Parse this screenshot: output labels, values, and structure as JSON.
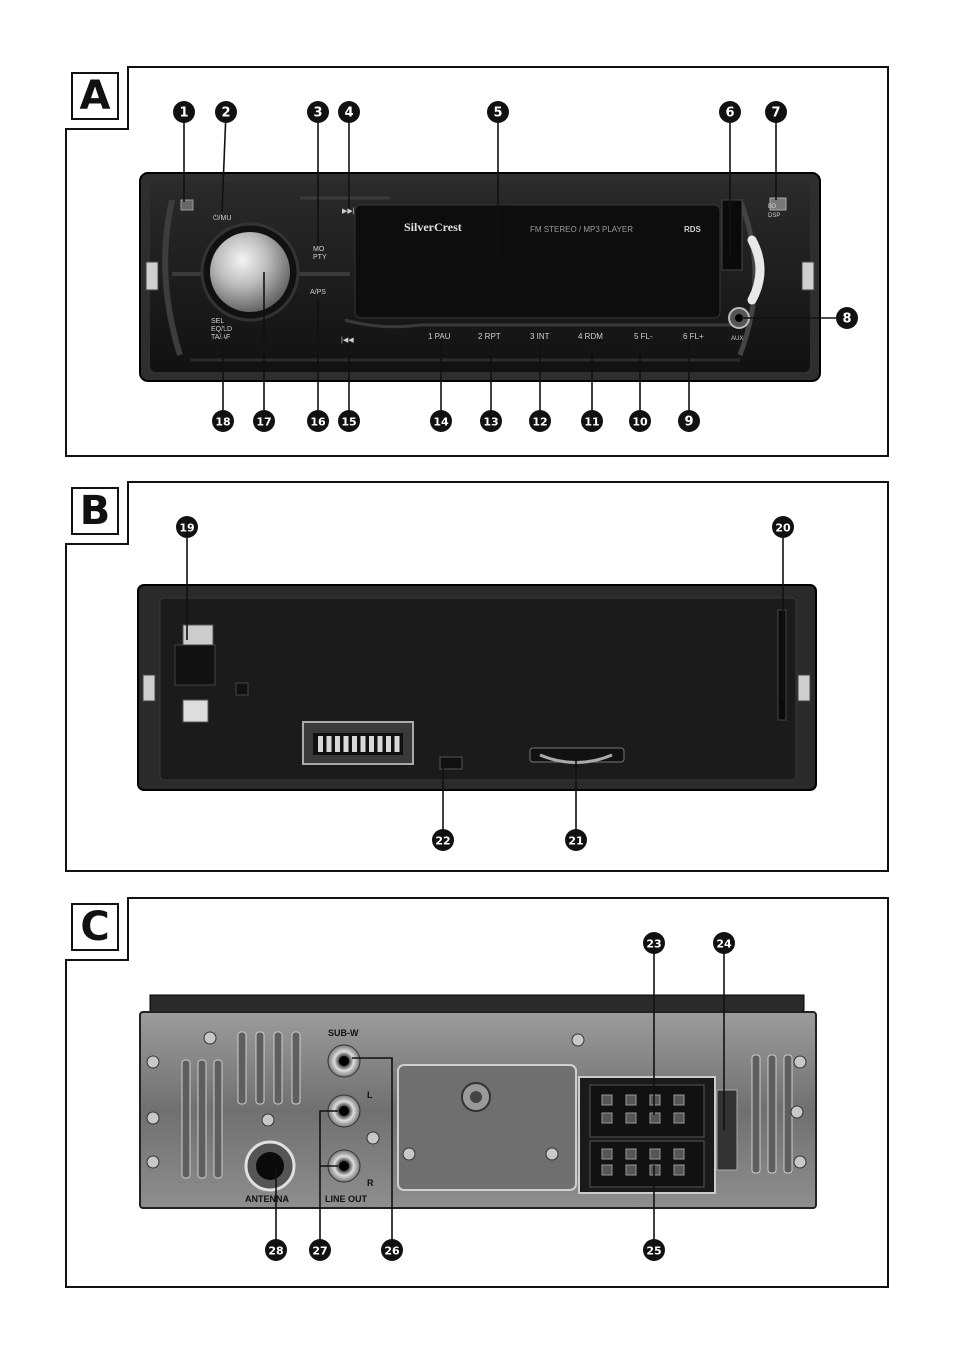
{
  "panels": {
    "a": {
      "label": "A"
    },
    "b": {
      "label": "B"
    },
    "c": {
      "label": "C"
    }
  },
  "device_a": {
    "brand": "SilverCrest",
    "display_caption": "FM STEREO / MP3 PLAYER",
    "rds_mark": "RDS",
    "labels": {
      "power_mute": "⏻/MU",
      "mo_pty": "MO\nPTY",
      "aps": "A/PS",
      "sel": "SEL\nEQ/LD\nTA/AF",
      "bd_dsp": "BD\nDSP",
      "aux": "AUX",
      "next": "▶▶|",
      "prev": "|◀◀"
    },
    "presets": [
      "1 PAU",
      "2 RPT",
      "3 INT",
      "4 RDM",
      "5 FL-",
      "6 FL+"
    ]
  },
  "device_c": {
    "labels": {
      "sub_w": "SUB-W",
      "l": "L",
      "r": "R",
      "line_out": "LINE OUT",
      "antenna": "ANTENNA"
    }
  },
  "callouts": {
    "a": [
      "1",
      "2",
      "3",
      "4",
      "5",
      "6",
      "7",
      "8",
      "9",
      "10",
      "11",
      "12",
      "13",
      "14",
      "15",
      "16",
      "17",
      "18"
    ],
    "b": [
      "19",
      "20",
      "21",
      "22"
    ],
    "c": [
      "23",
      "24",
      "25",
      "26",
      "27",
      "28"
    ]
  },
  "colors": {
    "device_body": "#1a1a1a",
    "device_rim": "#3a3a3a",
    "callout_fill": "#111111",
    "metal": "#8a8a8a"
  }
}
